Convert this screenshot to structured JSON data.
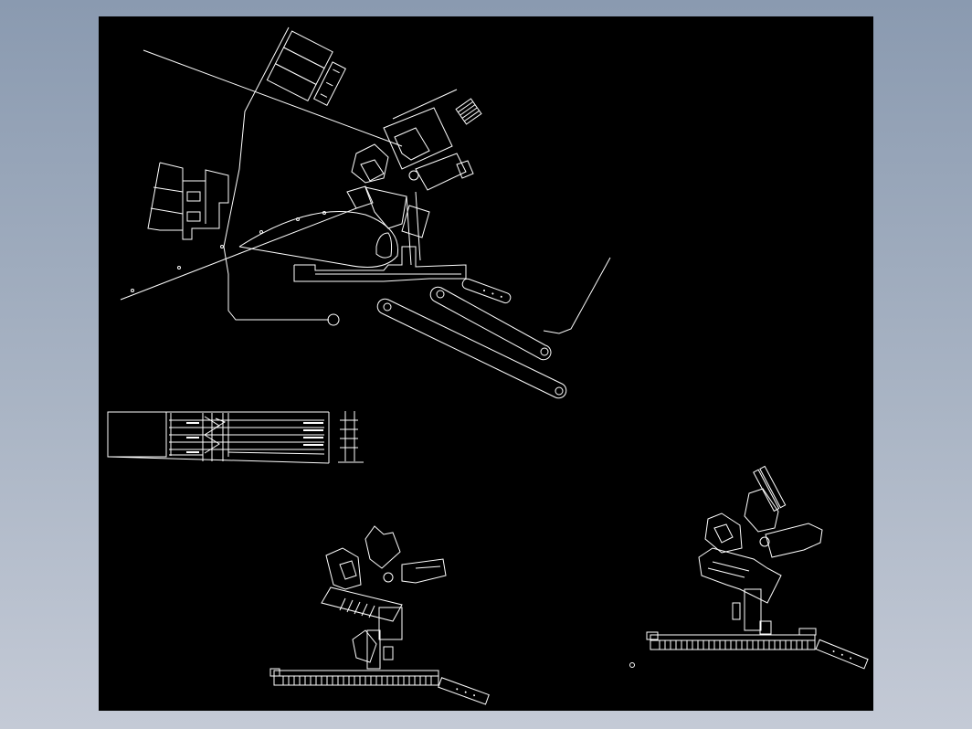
{
  "viewport": {
    "background_color": "#8a9ab0",
    "canvas_color": "#000000",
    "line_color": "#ffffff"
  },
  "drawing": {
    "views": [
      {
        "id": "site-plan",
        "description_label": ""
      },
      {
        "id": "section-elevation",
        "description_label": ""
      },
      {
        "id": "floor-plan-a",
        "description_label": ""
      },
      {
        "id": "floor-plan-b",
        "description_label": ""
      }
    ]
  }
}
